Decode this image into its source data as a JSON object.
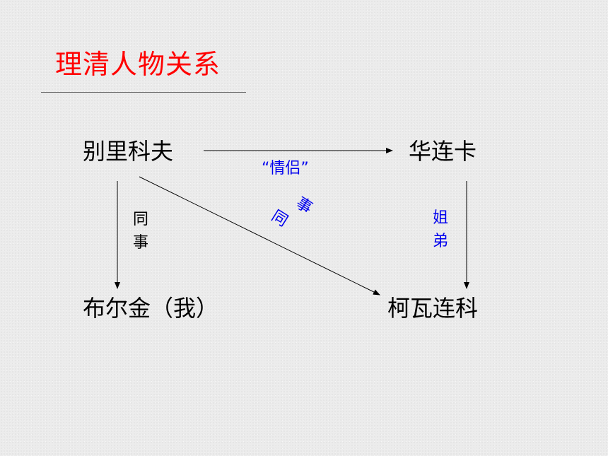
{
  "title": "理清人物关系",
  "nodes": {
    "bieli": "别里科夫",
    "hualianka": "华连卡",
    "buerjin": "布尔金（我）",
    "kewalianke": "柯瓦连科"
  },
  "edges": {
    "lovers": "“情侣”",
    "colleague_left": [
      "同",
      "事"
    ],
    "colleague_diag": [
      "同",
      "事"
    ],
    "siblings": [
      "姐",
      "弟"
    ]
  },
  "colors": {
    "title": "#ff0000",
    "edge_label_blue": "#0000ee",
    "edge_label_black": "#000000",
    "arrow": "#000000"
  }
}
